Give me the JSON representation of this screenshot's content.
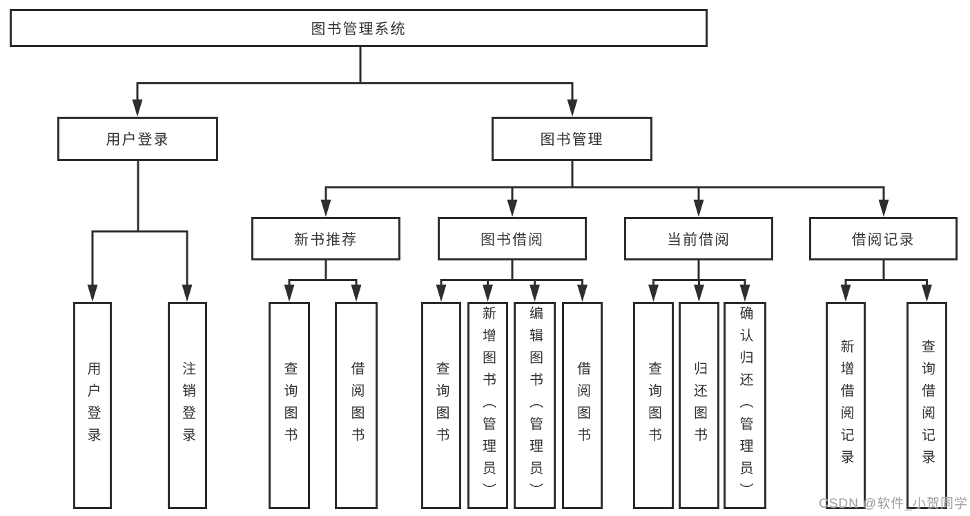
{
  "diagram": {
    "root": "图书管理系统",
    "branches": [
      {
        "label": "用户登录",
        "leaves": [
          "用户登录",
          "注销登录"
        ]
      },
      {
        "label": "图书管理",
        "groups": [
          {
            "label": "新书推荐",
            "leaves": [
              "查询图书",
              "借阅图书"
            ]
          },
          {
            "label": "图书借阅",
            "leaves": [
              "查询图书",
              "新增图书（管理员）",
              "编辑图书（管理员）",
              "借阅图书"
            ]
          },
          {
            "label": "当前借阅",
            "leaves": [
              "查询图书",
              "归还图书",
              "确认归还（管理员）"
            ]
          },
          {
            "label": "借阅记录",
            "leaves": [
              "新增借阅记录",
              "查询借阅记录"
            ]
          }
        ]
      }
    ]
  },
  "watermark": {
    "text": "CSDN @软件_小贺同学"
  },
  "colors": {
    "line": "#2e2e2e",
    "border": "#2d2d2d",
    "text": "#333333",
    "background": "#ffffff",
    "watermark": "#9e9e9e"
  }
}
